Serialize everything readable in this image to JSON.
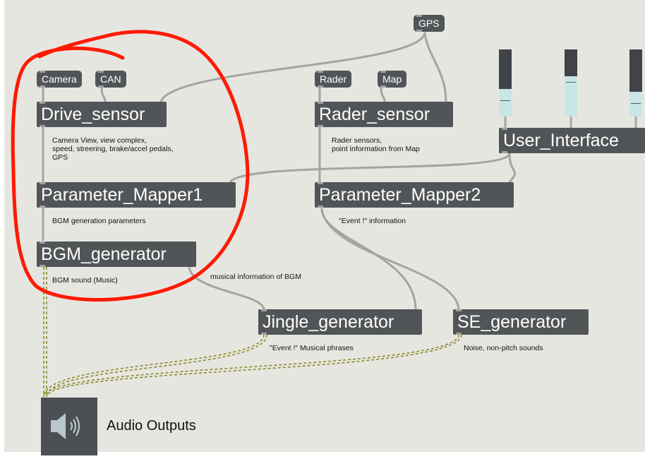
{
  "nodes": {
    "gps": "GPS",
    "camera": "Camera",
    "can": "CAN",
    "rader": "Rader",
    "map": "Map",
    "drive_sensor": "Drive_sensor",
    "rader_sensor": "Rader_sensor",
    "user_interface": "User_Interface",
    "parameter_mapper1": "Parameter_Mapper1",
    "parameter_mapper2": "Parameter_Mapper2",
    "bgm_generator": "BGM_generator",
    "jingle_generator": "Jingle_generator",
    "se_generator": "SE_generator"
  },
  "notes": {
    "drive_sensor": "Camera View, view complex,\nspeed, streering, brake/accel pedals,\nGPS",
    "rader_sensor": "Rader sensors,\npoint information from Map",
    "parameter_mapper1": "BGM generation parameters",
    "parameter_mapper2": "\"Event !\" information",
    "bgm_sound": "BGM sound (Music)",
    "musical_info": "musical information of BGM",
    "jingle": "\"Event !\" Musical phrases",
    "se": "Noise, non-pitch sounds"
  },
  "audio_output_label": "Audio Outputs",
  "icons": {
    "speaker": "speaker-icon"
  },
  "colors": {
    "canvas": "#e6e6e1",
    "object": "#525557",
    "wire": "#a3a5a3",
    "signal_wire": "#8e8a2c",
    "highlight": "#ff1a00",
    "slider": "#c9e6e6"
  }
}
